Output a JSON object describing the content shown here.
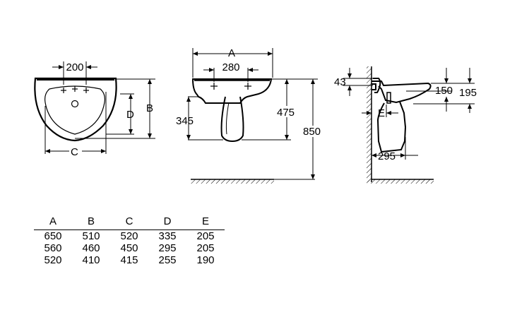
{
  "front_view": {
    "tap_spacing": "200",
    "height_label": "B",
    "depth_label": "D",
    "width_label": "C"
  },
  "side_view": {
    "width_label": "A",
    "hole_spacing": "280",
    "pedestal_height": "345",
    "basin_height": "475",
    "total_height": "850"
  },
  "profile_view": {
    "bracket_offset": "43",
    "inner_height": "150",
    "outer_height": "195",
    "depth_label": "E",
    "pedestal_depth": "295"
  },
  "table": {
    "headers": [
      "A",
      "B",
      "C",
      "D",
      "E"
    ],
    "rows": [
      [
        "650",
        "510",
        "520",
        "335",
        "205"
      ],
      [
        "560",
        "460",
        "450",
        "295",
        "205"
      ],
      [
        "520",
        "410",
        "415",
        "255",
        "190"
      ]
    ]
  }
}
